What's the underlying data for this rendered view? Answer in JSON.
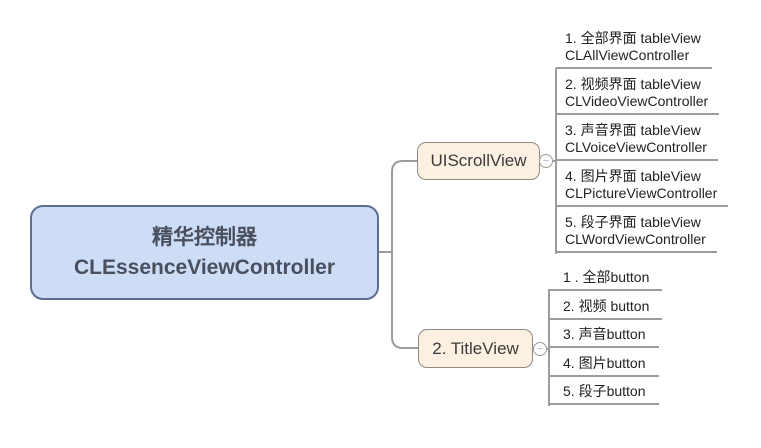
{
  "root": {
    "line1": "精华控制器",
    "line2": "CLEssenceViewController"
  },
  "scrollview_branch": {
    "label": "UIScrollView",
    "collapse_glyph": "−",
    "items": [
      {
        "line1": "1. 全部界面 tableView",
        "line2": "CLAllViewController"
      },
      {
        "line1": "2. 视频界面 tableView",
        "line2": "CLVideoViewController"
      },
      {
        "line1": "3. 声音界面 tableView",
        "line2": "CLVoiceViewController"
      },
      {
        "line1": "4. 图片界面 tableView",
        "line2": "CLPictureViewController"
      },
      {
        "line1": "5. 段子界面 tableView",
        "line2": "CLWordViewController"
      }
    ]
  },
  "titleview_branch": {
    "label": "2. TitleView",
    "collapse_glyph": "−",
    "items": [
      {
        "label": "1 . 全部button"
      },
      {
        "label": "2. 视频 button"
      },
      {
        "label": "3. 声音button"
      },
      {
        "label": "4. 图片button"
      },
      {
        "label": "5. 段子button"
      }
    ]
  },
  "colors": {
    "root_fill": "#cdddf6",
    "root_border": "#5e6d92",
    "root_text": "#494f5e",
    "branch_fill": "#fbf0e2",
    "branch_border": "#8f8b84",
    "connector_line": "#9c9c9c",
    "collapse_minus": "#a2b1cc",
    "leaf_text": "#222222"
  }
}
